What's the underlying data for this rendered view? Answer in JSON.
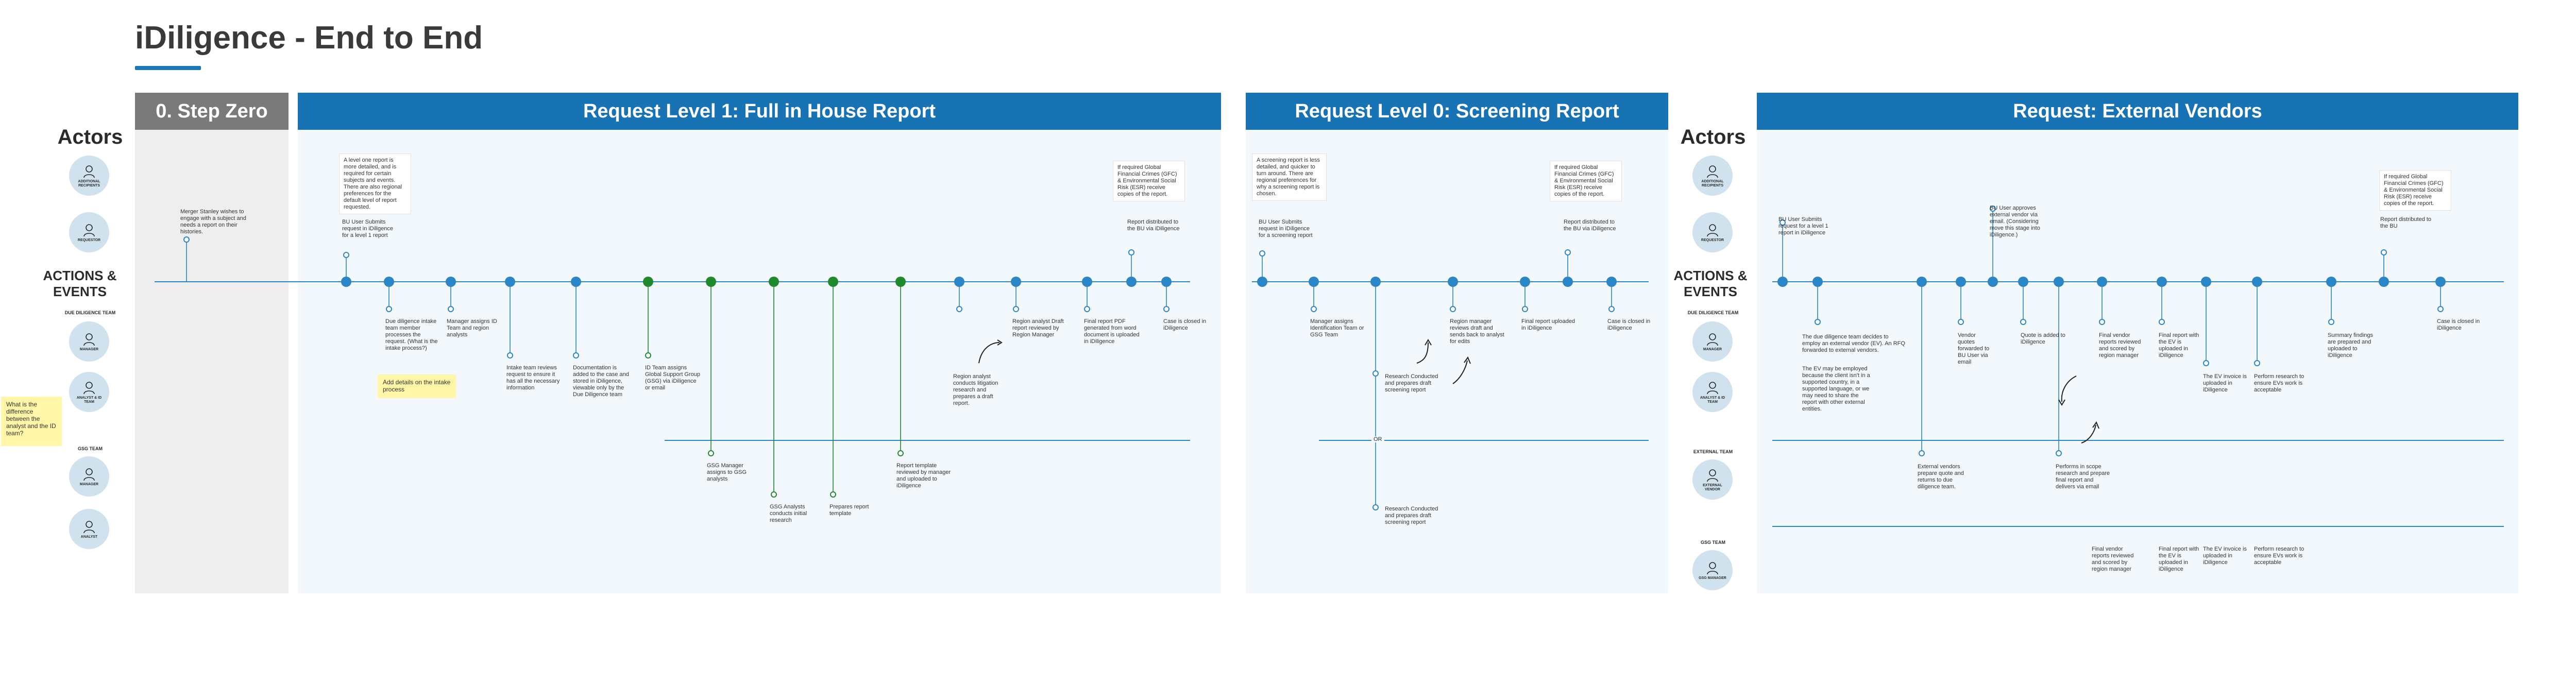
{
  "page_title": "iDiligence - End to End",
  "columns": {
    "actors_title": "Actors",
    "actions_title": "ACTIONS &\nEVENTS"
  },
  "sections": [
    {
      "id": "step-zero",
      "label": "0. Step Zero"
    },
    {
      "id": "level1",
      "label": "Request Level 1: Full in House Report"
    },
    {
      "id": "level0",
      "label": "Request Level 0: Screening Report"
    },
    {
      "id": "external",
      "label": "Request: External Vendors"
    }
  ],
  "teams": {
    "due_diligence": "DUE DILIGENCE TEAM",
    "gsg": "GSG TEAM",
    "external": "EXTERNAL TEAM"
  },
  "actors_left": [
    {
      "label": "ADDITIONAL RECIPIENTS"
    },
    {
      "label": "REQUESTOR"
    },
    {
      "label": "MANAGER"
    },
    {
      "label": "ANALYST & ID TEAM"
    },
    {
      "label": "MANAGER"
    },
    {
      "label": "ANALYST"
    }
  ],
  "actors_right": [
    {
      "label": "ADDITIONAL RECIPIENTS"
    },
    {
      "label": "REQUESTOR"
    },
    {
      "label": "MANAGER"
    },
    {
      "label": "ANALYST & ID TEAM"
    },
    {
      "label": "EXTERNAL VENDOR"
    },
    {
      "label": "GSG MANAGER"
    }
  ],
  "sticky_left": "What is the difference between the analyst and the ID team?",
  "sticky_level1": "Add details on the intake process",
  "step_zero_event": "Merger Stanley wishes to engage with a subject and needs a report on their histories.",
  "level1": {
    "note_top": "A level one report is more detailed, and is required for certain subjects and events. There are also regional preferences for the default level of report requested.",
    "note_right": "If required Global Financial Crimes (GFC) & Environmental Social Risk (ESR) receive copies of the report.",
    "events": [
      "BU User Submits request in iDiligence for a level 1 report",
      "Due diligence intake team member processes the request. (What is the intake process?)",
      "Manager assigns ID Team and region analysts",
      "Intake team reviews request to ensure it has all the necessary information",
      "Documentation is added to the case and stored in iDiligence, viewable only by the Due Diligence team",
      "ID Team assigns Global Support Group (GSG) via iDiligence or email",
      "GSG Manager assigns to GSG analysts",
      "GSG Analysts conducts initial research",
      "Prepares report template",
      "Report template reviewed by manager and uploaded to iDiligence",
      "Region analyst conducts litigation research and prepares a draft report.",
      "Region analyst Draft report reviewed by Region Manager",
      "Final report PDF generated from word document is uploaded in iDiligence",
      "Report distributed to the BU via iDiligence",
      "Case is closed in iDiligence"
    ]
  },
  "level0": {
    "note_top": "A screening report is less detailed, and quicker to turn around. There are regional preferences for why a screening report is chosen.",
    "note_right": "If required Global Financial Crimes (GFC) & Environmental Social Risk (ESR) receive copies of the report.",
    "or_label": "OR",
    "events": [
      "BU User Submits request in iDiligence for a screening report",
      "Manager assigns Identification Team or GSG Team",
      "Research Conducted and prepares draft screening report",
      "Region manager reviews draft and sends back to analyst for edits",
      "Final report uploaded in iDiligence",
      "Report distributed to the BU via iDiligence",
      "Case is closed in iDiligence",
      "Research Conducted and prepares draft screening report"
    ]
  },
  "external": {
    "note_right": "If required Global Financial Crimes (GFC) & Environmental Social Risk (ESR) receive copies of the report.",
    "note_dd": "The due diligence team decides to employ an external vendor (EV). An RFQ forwarded to external vendors.",
    "note_ev": "The EV may be employed because the client isn't in a supported country, in a supported language, or we may need to share the report with other external entities.",
    "events": [
      "BU User Submits request for a level 1 report in iDiligence",
      "BU User approves external vendor via email. (Considering move this stage into iDiligence.)",
      "Vendor quotes forwarded to BU User via email",
      "Quote is added to iDiligence",
      "Final vendor reports reviewed and scored by region manager",
      "Final report with the EV is uploaded in iDiligence",
      "The EV invoice is uploaded in iDiligence",
      "Perform research to ensure EVs work is acceptable",
      "Summary findings are prepared and uploaded to iDiligence",
      "Report distributed to the BU",
      "Case is closed in iDiligence",
      "External vendors prepare quote and returns to due diligence team.",
      "Performs in scope research and prepare final report and delivers via email",
      "Final vendor reports reviewed and scored by region manager",
      "Final report with the EV is uploaded in iDiligence",
      "The EV invoice is uploaded in iDiligence",
      "Perform research to ensure EVs work is acceptable"
    ]
  },
  "colors": {
    "accent": "#1873b4",
    "node_blue": "#2a86c6",
    "node_green": "#1f8a2b",
    "step_gray": "#7a7a7a",
    "sticky": "#fff6a8"
  }
}
